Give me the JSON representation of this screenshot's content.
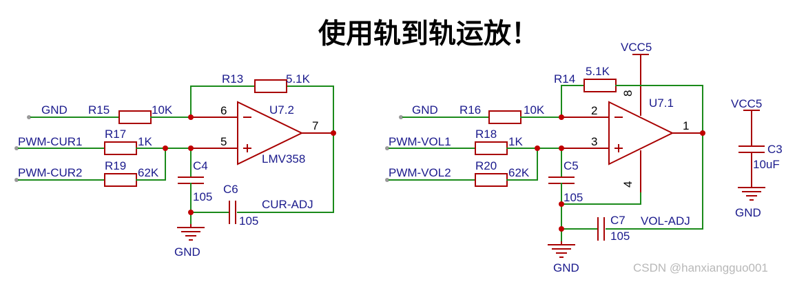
{
  "title": "使用轨到轨运放！",
  "watermark": "CSDN @hanxiangguo001",
  "left_circuit": {
    "u_label": "U7.2",
    "u_part": "LMV358",
    "pin_minus": "6",
    "pin_plus": "5",
    "pin_out": "7",
    "op_minus_sign": "−",
    "op_plus_sign": "+",
    "net_gnd": "GND",
    "net_in1": "PWM-CUR1",
    "net_in2": "PWM-CUR2",
    "net_out": "CUR-ADJ",
    "gnd_bottom": "GND",
    "r_feedback": {
      "name": "R13",
      "value": "5.1K"
    },
    "r_gnd": {
      "name": "R15",
      "value": "10K"
    },
    "r_in1": {
      "name": "R17",
      "value": "1K"
    },
    "r_in2": {
      "name": "R19",
      "value": "62K"
    },
    "c_filter": {
      "name": "C4",
      "value": "105"
    },
    "c_series": {
      "name": "C6",
      "value": "105"
    }
  },
  "right_circuit": {
    "u_label": "U7.1",
    "pin_minus": "2",
    "pin_plus": "3",
    "pin_out": "1",
    "pin_vcc": "8",
    "pin_gnd": "4",
    "op_minus_sign": "−",
    "op_plus_sign": "+",
    "vcc": "VCC5",
    "net_gnd": "GND",
    "net_in1": "PWM-VOL1",
    "net_in2": "PWM-VOL2",
    "net_out": "VOL-ADJ",
    "gnd_bottom": "GND",
    "r_feedback": {
      "name": "R14",
      "value": "5.1K"
    },
    "r_gnd": {
      "name": "R16",
      "value": "10K"
    },
    "r_in1": {
      "name": "R18",
      "value": "1K"
    },
    "r_in2": {
      "name": "R20",
      "value": "62K"
    },
    "c_filter": {
      "name": "C5",
      "value": "105"
    },
    "c_series": {
      "name": "C7",
      "value": "105"
    }
  },
  "decoupling": {
    "vcc": "VCC5",
    "cap": {
      "name": "C3",
      "value": "10uF"
    },
    "gnd": "GND"
  }
}
